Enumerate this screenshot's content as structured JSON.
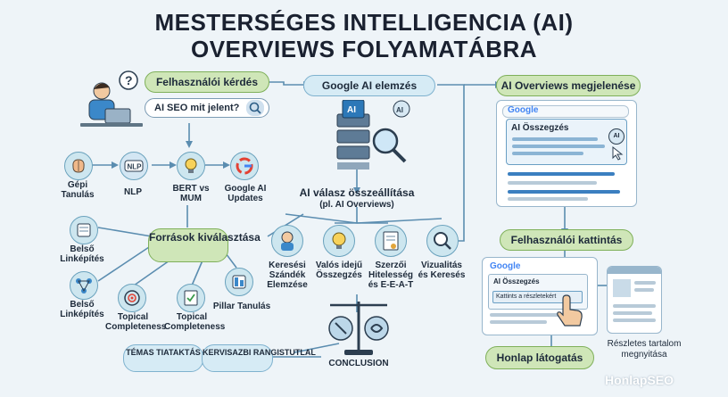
{
  "title_line1": "MESTERSÉGES INTELLIGENCIA (AI)",
  "title_line2": "OVERVIEWS FOLYAMATÁBRA",
  "user_query_label": "Felhasználói kérdés",
  "search_text": "AI SEO mit jelent?",
  "google_ai_label": "Google AI elemzés",
  "ai_overviews_label": "AI Overviews megjelenése",
  "models": [
    "Gépi Tanulás",
    "NLP",
    "BERT vs MUM",
    "Google AI Updates"
  ],
  "nlp_icon_text": "NLP",
  "ai_chip_text": "AI",
  "ai_answer_line1": "AI válasz összeállítása",
  "ai_answer_line2": "(pl. AI Overviews)",
  "sources_label": "Források kiválasztása",
  "source_items": [
    "Belső Linképítés",
    "Belső Linképítés",
    "Topical Completeness",
    "Topical Completeness",
    "Pillar Tanulás"
  ],
  "factors": [
    "Keresési Szándék Elemzése",
    "Valós idejű Összegzés",
    "Szerzői Hitelesség és E-E-A-T",
    "Vizualitás és Keresés"
  ],
  "google_logo": "Google",
  "ai_summary_label": "AI Összegzés",
  "user_click_label": "Felhasználói kattintás",
  "click_link_text": "Kattints a részletekért",
  "website_visit_label": "Honlap látogatás",
  "detailed_content_label": "Részletes tartalom megnyitása",
  "bottom_left_1": "TÉMAS TIATAKTÁS",
  "bottom_left_2": "KERVISAZBI RANGISTUTLAL",
  "conclusion_label": "CONCLUSION",
  "watermark": "HonlapSEO",
  "colors": {
    "green_pill": "#cfe6b8",
    "blue_pill": "#d6ebf5",
    "accent_blue": "#2c78b8",
    "background": "#eef4f8"
  }
}
